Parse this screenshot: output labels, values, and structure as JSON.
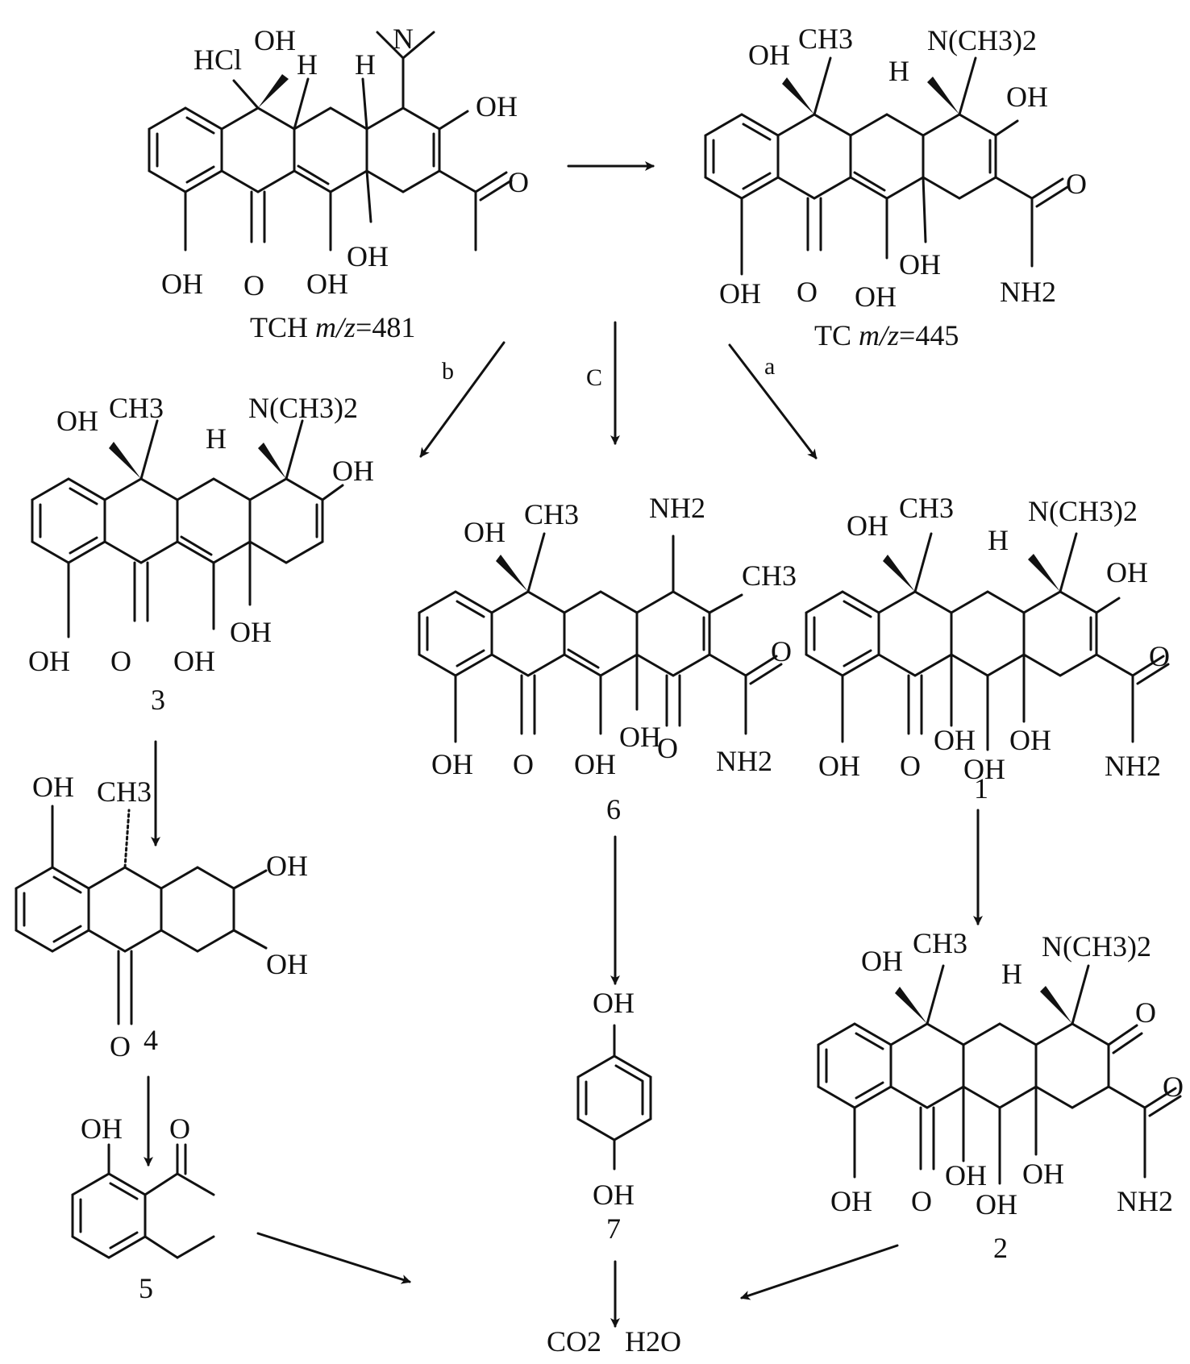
{
  "compounds": {
    "tch": {
      "caption_name": "TCH",
      "caption_mz": "m/z",
      "caption_value": "=481",
      "labels": [
        "HCl",
        "OH",
        "H",
        "H",
        "N",
        "OH",
        "O",
        "OH",
        "O",
        "OH",
        "OH"
      ]
    },
    "tc": {
      "caption_name": "TC",
      "caption_mz": "m/z",
      "caption_value": "=445",
      "labels": [
        "OH",
        "CH3",
        "N(CH3)2",
        "H",
        "OH",
        "O",
        "OH",
        "O",
        "OH",
        "OH",
        "NH2"
      ]
    },
    "c3": {
      "number": "3",
      "labels": [
        "OH",
        "CH3",
        "N(CH3)2",
        "H",
        "OH",
        "OH",
        "O",
        "OH",
        "OH"
      ]
    },
    "c4": {
      "number": "4",
      "labels": [
        "OH",
        "CH3",
        "OH",
        "OH",
        "O"
      ]
    },
    "c5": {
      "number": "5",
      "labels": [
        "OH",
        "O"
      ]
    },
    "c6": {
      "number": "6",
      "labels": [
        "OH",
        "CH3",
        "NH2",
        "CH3",
        "O",
        "OH",
        "O",
        "OH",
        "OH",
        "O",
        "NH2"
      ]
    },
    "c7": {
      "number": "7",
      "labels": [
        "OH",
        "OH"
      ]
    },
    "c1": {
      "number": "1",
      "labels": [
        "OH",
        "CH3",
        "N(CH3)2",
        "H",
        "OH",
        "O",
        "OH",
        "O",
        "OH",
        "OH",
        "OH",
        "NH2"
      ]
    },
    "c2": {
      "number": "2",
      "labels": [
        "OH",
        "CH3",
        "N(CH3)2",
        "H",
        "O",
        "O",
        "OH",
        "O",
        "OH",
        "OH",
        "OH",
        "NH2"
      ]
    }
  },
  "pathways": {
    "a": "a",
    "b": "b",
    "c": "C"
  },
  "products": {
    "co2": "CO2",
    "h2o": "H2O"
  }
}
